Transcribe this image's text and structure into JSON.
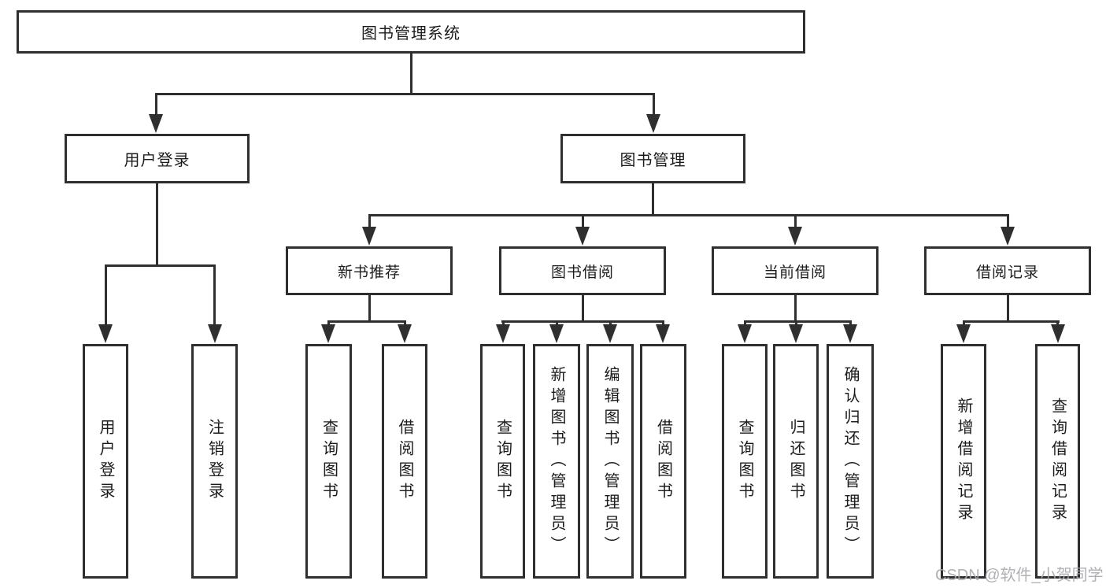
{
  "title": "图书管理系统",
  "colors": {
    "line": "#2f2f2f",
    "text": "#1c1c1c",
    "watermark": "#a7a7ad",
    "background": "#ffffff"
  },
  "tree": {
    "root": "图书管理系统",
    "level2": [
      "用户登录",
      "图书管理"
    ],
    "level3": [
      "新书推荐",
      "图书借阅",
      "当前借阅",
      "借阅记录"
    ],
    "leaves": {
      "user_login": [
        "用户登录",
        "注销登录"
      ],
      "new_book": [
        "查询图书",
        "借阅图书"
      ],
      "book_borrow": [
        "查询图书",
        "新增图书（管理员）",
        "编辑图书（管理员）",
        "借阅图书"
      ],
      "current_borrow": [
        "查询图书",
        "归还图书",
        "确认归还（管理员）"
      ],
      "borrow_records": [
        "新增借阅记录",
        "查询借阅记录"
      ]
    }
  },
  "watermark": "CSDN @软件_小贺同学"
}
